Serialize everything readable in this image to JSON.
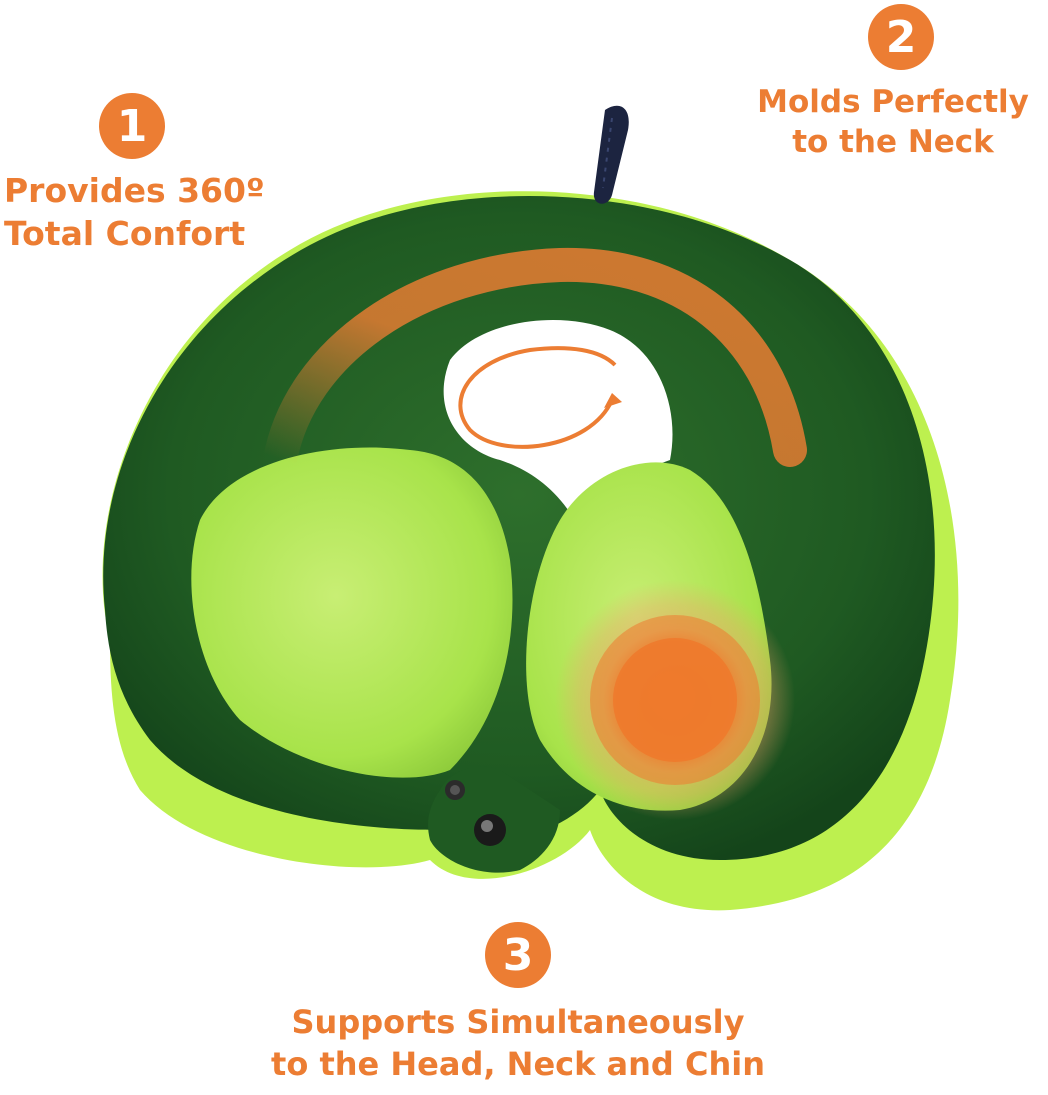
{
  "features": [
    {
      "number": "1",
      "lines": [
        "Provides 360º",
        "Total Confort"
      ]
    },
    {
      "number": "2",
      "lines": [
        "Molds Perfectly",
        "to the Neck"
      ]
    },
    {
      "number": "3",
      "lines": [
        "Supports Simultaneously",
        "to the Head, Neck and Chin"
      ]
    }
  ],
  "colors": {
    "accent": "#ec7d33",
    "pillow_dark": "#1f5a22",
    "pillow_light": "#a8e34a",
    "pillow_lime": "#bdf04f",
    "strap": "#1c2440",
    "background": "#ffffff"
  },
  "icons": {
    "rotation": "circular-arrow-icon",
    "heat_focus": "concentric-circles-icon",
    "pressure_arc": "curved-stroke-icon"
  }
}
